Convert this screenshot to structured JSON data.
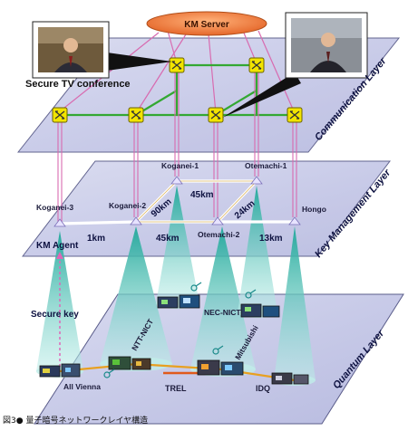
{
  "server": {
    "label": "KM Server"
  },
  "tv": {
    "label": "Secure TV conference"
  },
  "layers": {
    "communication": "Communication Layer",
    "key_management": "Key Management Layer",
    "quantum": "Quantum Layer"
  },
  "nodes": {
    "koganei1": "Koganei-1",
    "otemachi1": "Otemachi-1",
    "koganei3": "Koganei-3",
    "koganei2": "Koganei-2",
    "otemachi2": "Otemachi-2",
    "hongo": "Hongo",
    "km_agent": "KM Agent"
  },
  "distances": {
    "top": "45km",
    "left_diag": "90km",
    "right_diag": "24km",
    "left": "1km",
    "bottom": "45km",
    "right": "13km"
  },
  "quantum": {
    "secure_key": "Secure key",
    "ntt_nict": "NTT-NICT",
    "nec_nict": "NEC-NICT",
    "mitsubishi": "Mitsubishi",
    "all_vienna": "All Vienna",
    "trel": "TREL",
    "idq": "IDQ"
  },
  "caption": "図3● 量子暗号ネットワークレイヤ構造",
  "colors": {
    "plane_fill": "#c9cbe6",
    "plane_stroke": "#5a5c8a",
    "server_fill": "#f08a48",
    "switch_fill": "#f2e400",
    "green_link": "#33a832",
    "pink_link": "#d86bb0",
    "beam": "#49bfb4",
    "key_link": "#ffffff",
    "fiber": "#e8a020"
  }
}
